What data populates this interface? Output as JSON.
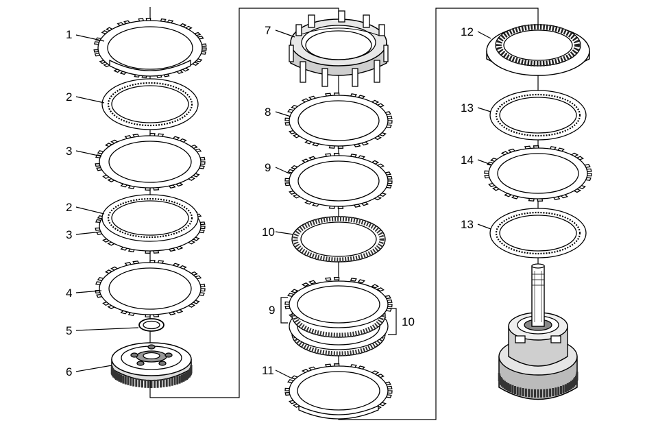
{
  "diagram": {
    "callouts": [
      {
        "id": "c1a",
        "text": "1"
      },
      {
        "id": "c2a",
        "text": "2"
      },
      {
        "id": "c3a",
        "text": "3"
      },
      {
        "id": "c2b",
        "text": "2"
      },
      {
        "id": "c3b",
        "text": "3"
      },
      {
        "id": "c4",
        "text": "4"
      },
      {
        "id": "c5",
        "text": "5"
      },
      {
        "id": "c6",
        "text": "6"
      },
      {
        "id": "c7",
        "text": "7"
      },
      {
        "id": "c8",
        "text": "8"
      },
      {
        "id": "c9a",
        "text": "9"
      },
      {
        "id": "c10a",
        "text": "10"
      },
      {
        "id": "c9b",
        "text": "9"
      },
      {
        "id": "c10b",
        "text": "10"
      },
      {
        "id": "c11",
        "text": "11"
      },
      {
        "id": "c12",
        "text": "12"
      },
      {
        "id": "c13a",
        "text": "13"
      },
      {
        "id": "c14",
        "text": "14"
      },
      {
        "id": "c13b",
        "text": "13"
      }
    ]
  }
}
